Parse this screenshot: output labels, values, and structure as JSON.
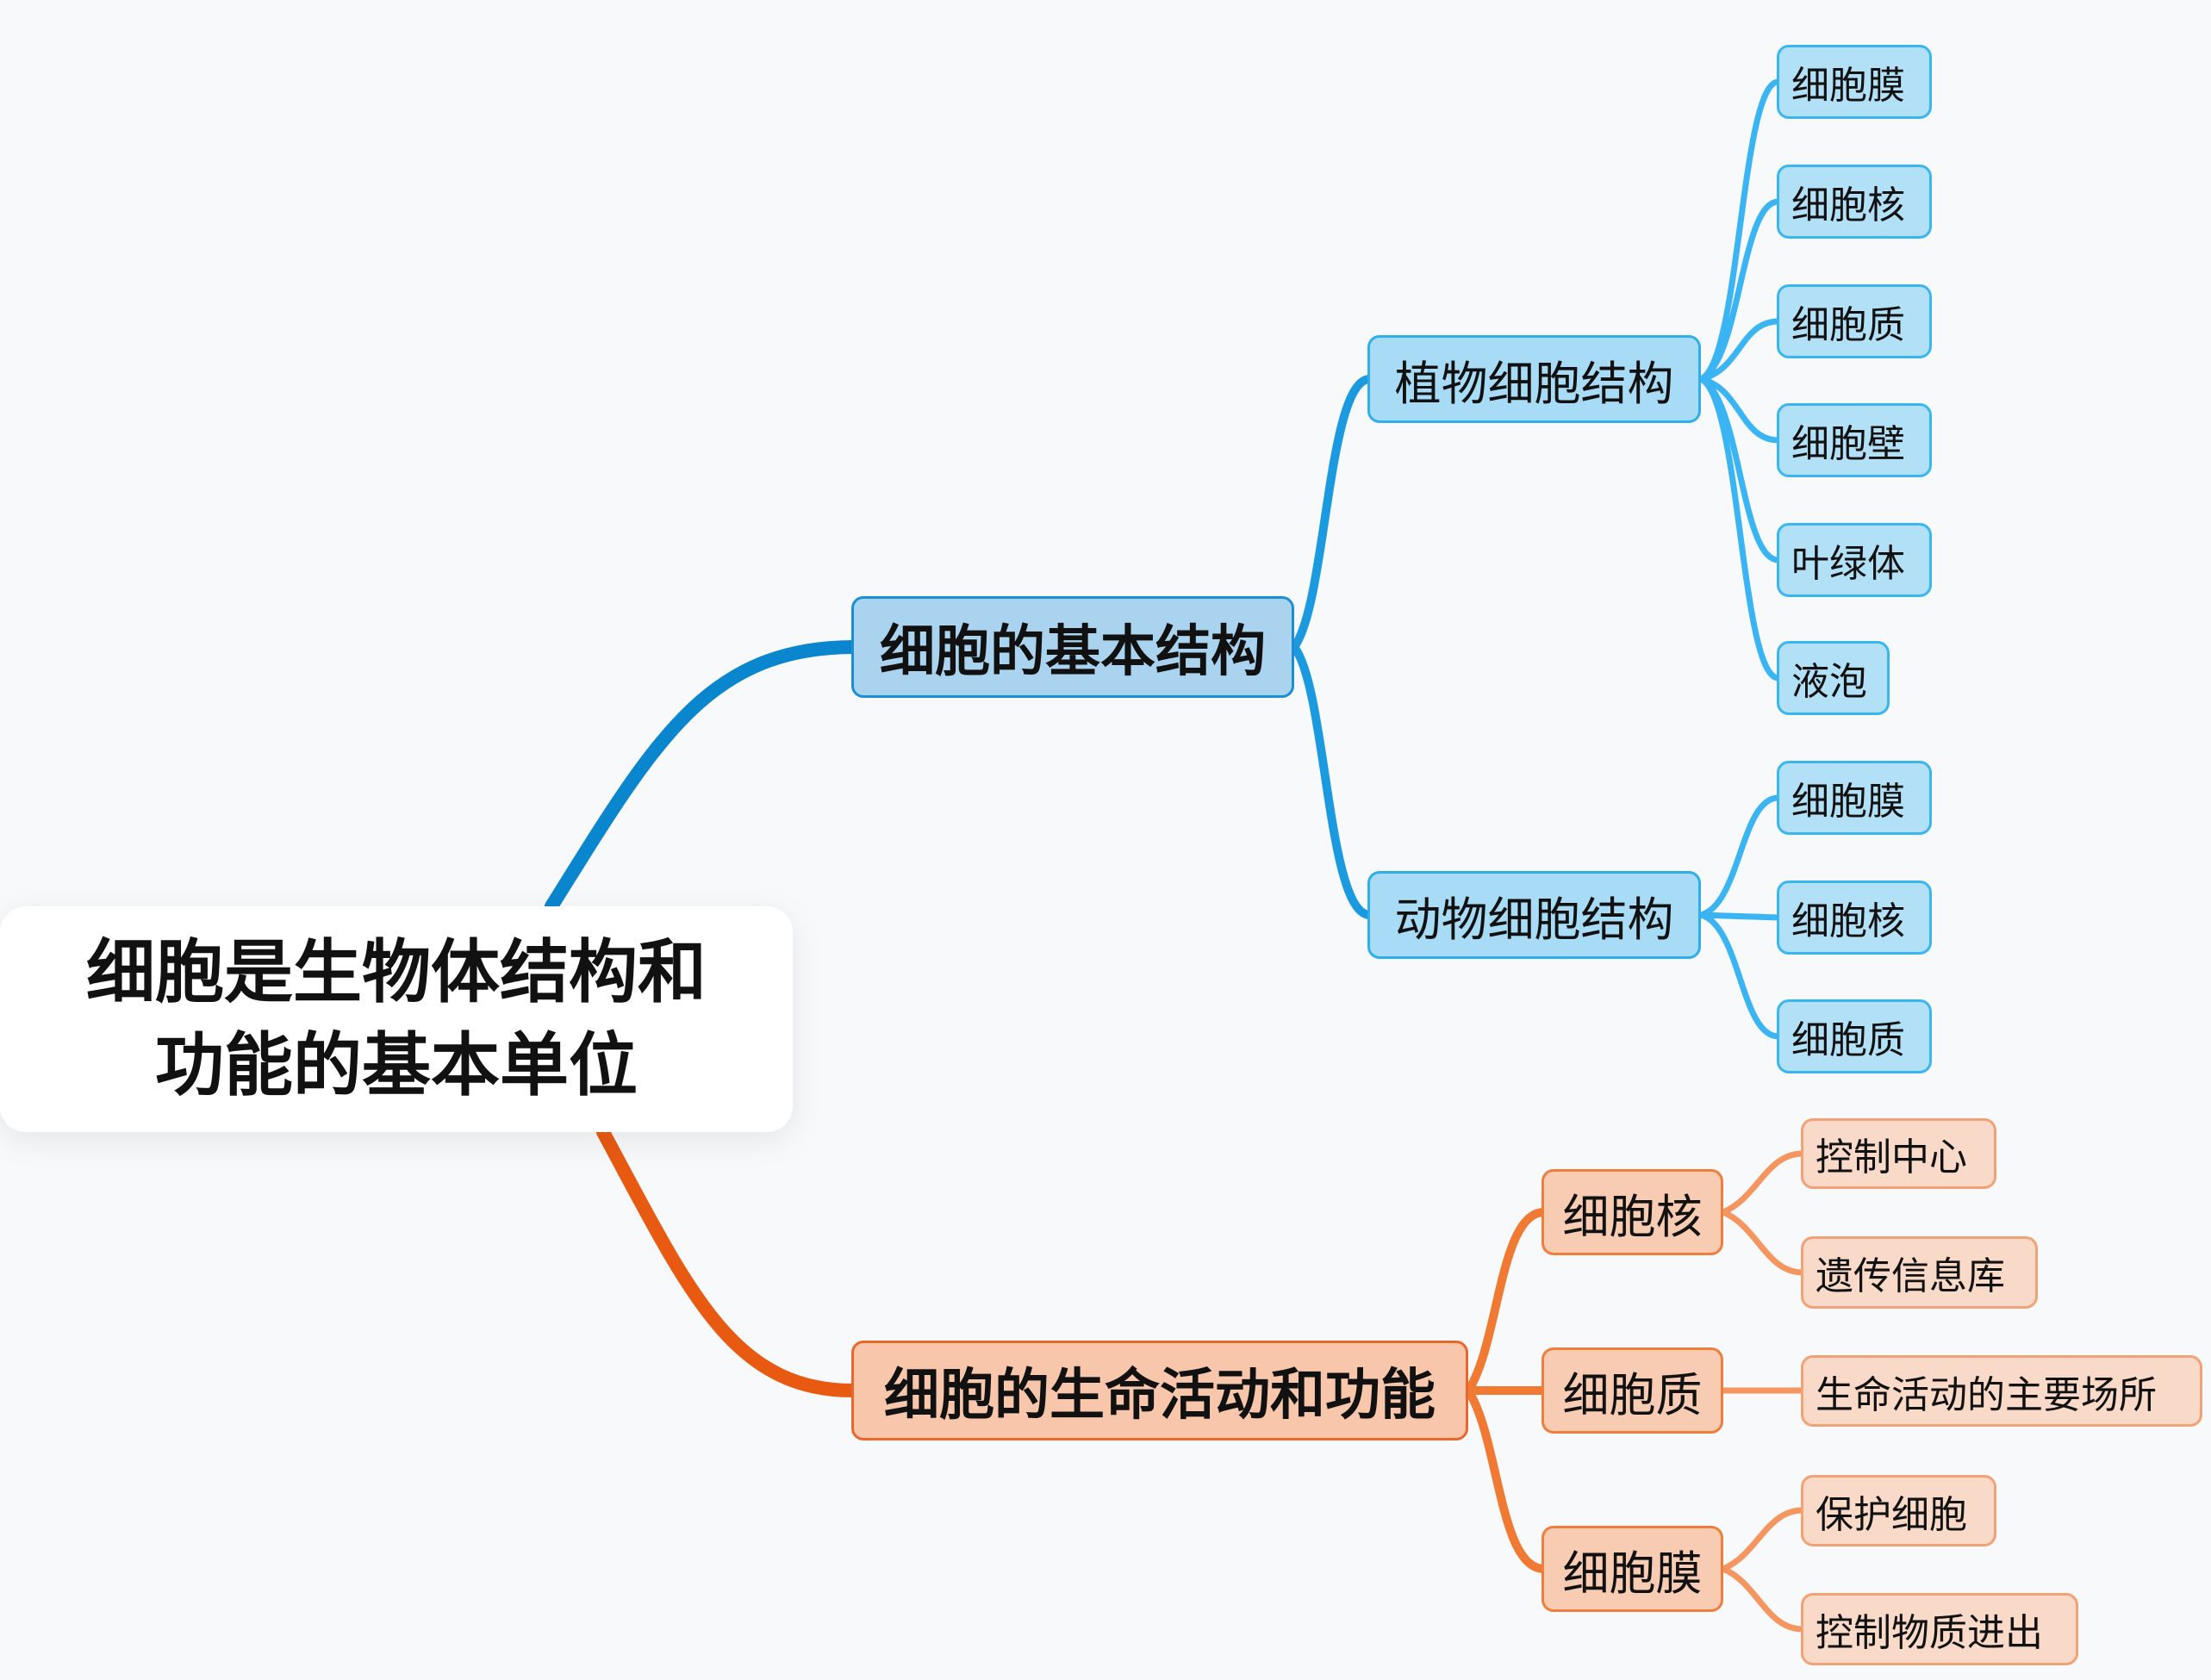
{
  "root": {
    "line1": "细胞是生物体结构和",
    "line2": "功能的基本单位"
  },
  "branches": [
    {
      "label": "细胞的基本结构",
      "color": "#0a86cf",
      "children": [
        {
          "label": "植物细胞结构",
          "children": [
            "细胞膜",
            "细胞核",
            "细胞质",
            "细胞壁",
            "叶绿体",
            "液泡"
          ]
        },
        {
          "label": "动物细胞结构",
          "children": [
            "细胞膜",
            "细胞核",
            "细胞质"
          ]
        }
      ]
    },
    {
      "label": "细胞的生命活动和功能",
      "color": "#e85a12",
      "children": [
        {
          "label": "细胞核",
          "children": [
            "控制中心",
            "遗传信息库"
          ]
        },
        {
          "label": "细胞质",
          "children": [
            "生命活动的主要场所"
          ]
        },
        {
          "label": "细胞膜",
          "children": [
            "保护细胞",
            "控制物质进出"
          ]
        }
      ]
    }
  ]
}
